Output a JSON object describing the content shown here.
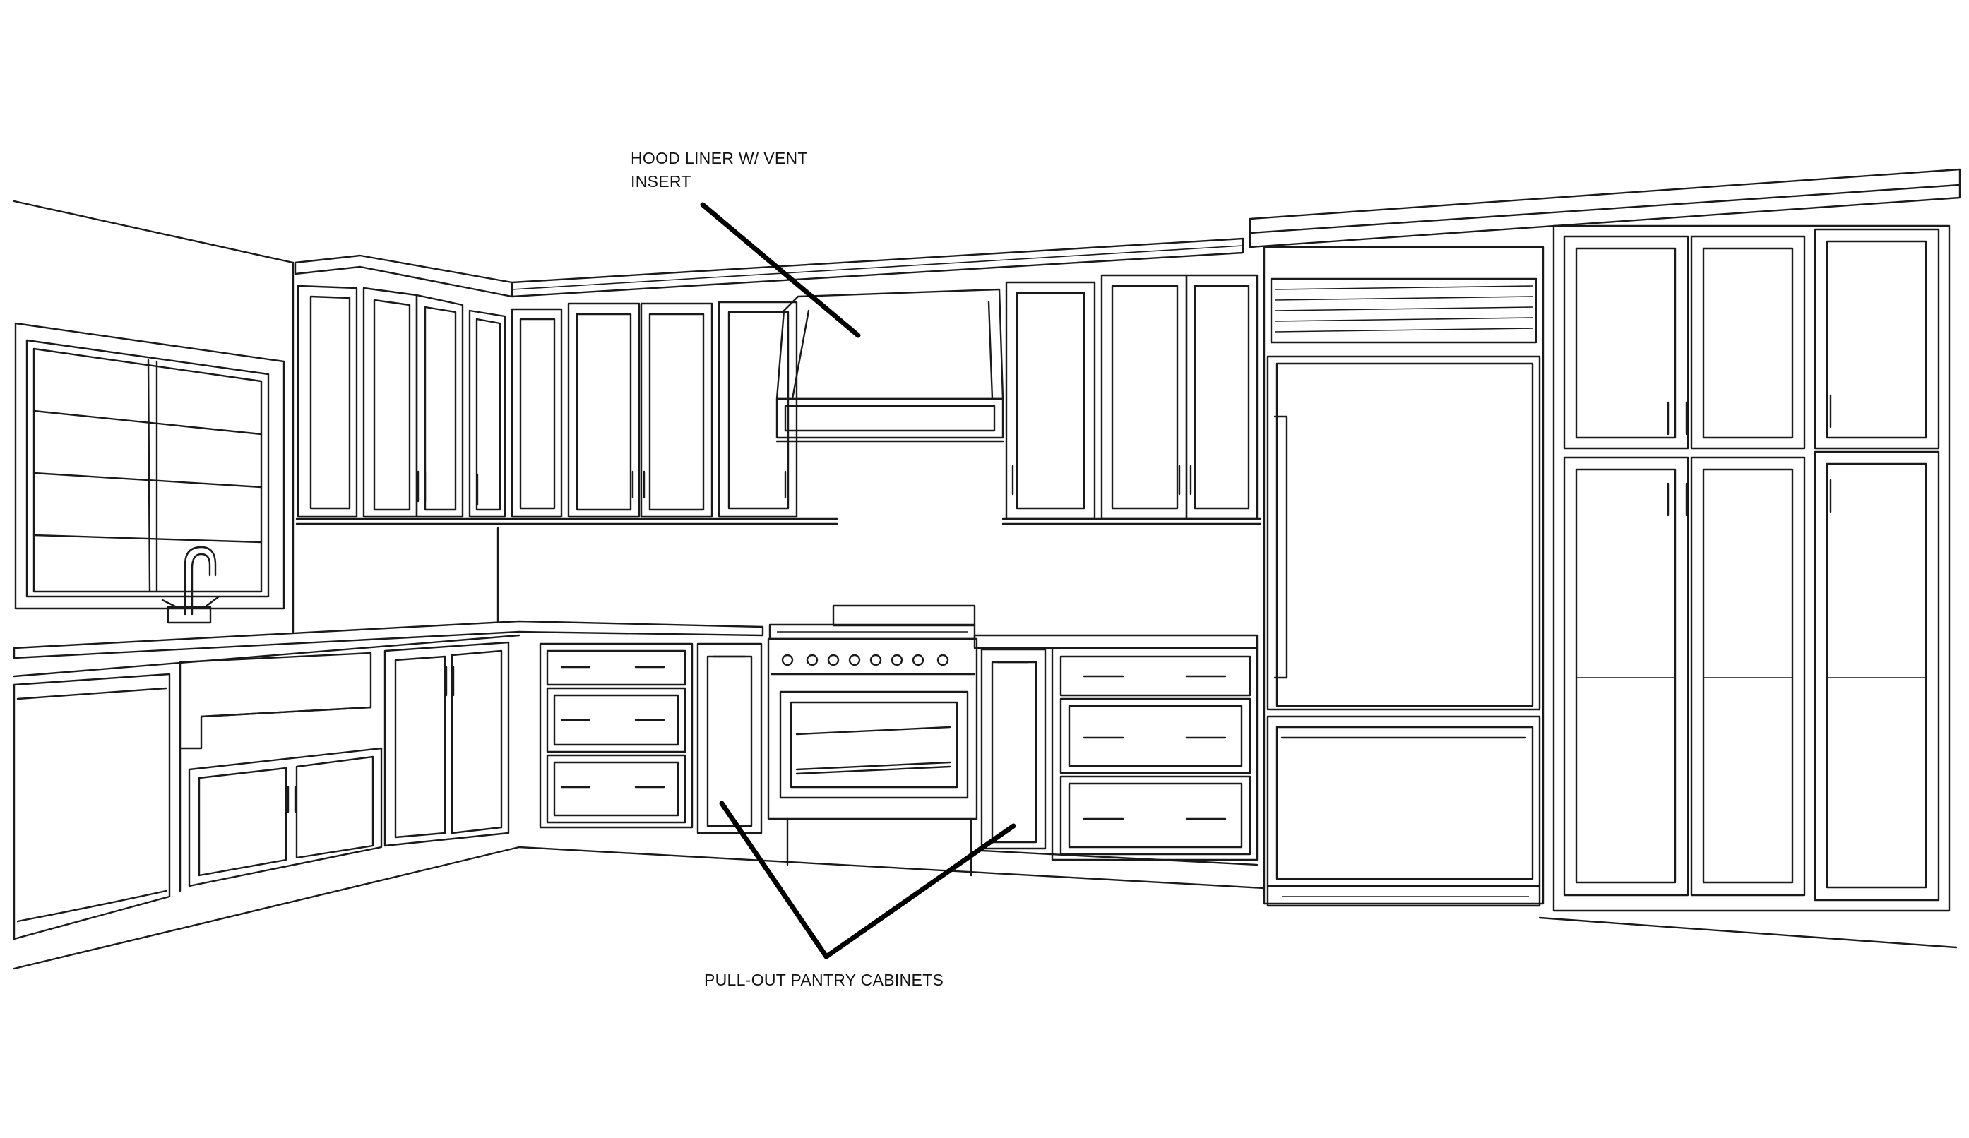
{
  "annotations": {
    "hood_label_line1": "HOOD LINER W/ VENT",
    "hood_label_line2": "INSERT",
    "pantry_label": "PULL-OUT PANTRY CABINETS"
  },
  "colors": {
    "line": "#1a1a1a",
    "background": "#ffffff"
  }
}
